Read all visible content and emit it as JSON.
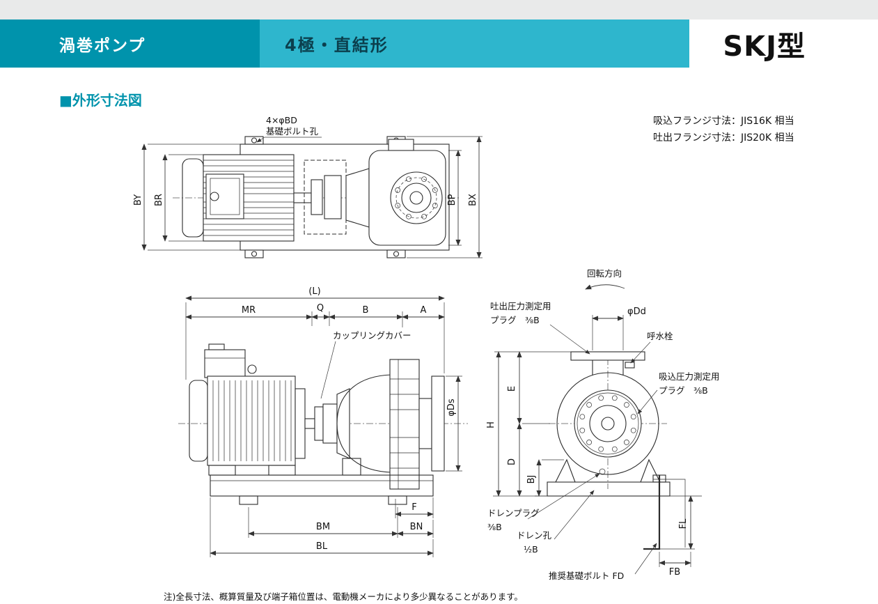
{
  "header": {
    "category": "渦巻ポンプ",
    "type_label": "4極・直結形",
    "model": "SKJ型"
  },
  "section_title": "■外形寸法図",
  "flange_notes": {
    "suction": "吸込フランジ寸法：JIS16K 相当",
    "discharge": "吐出フランジ寸法：JIS20K 相当"
  },
  "plan": {
    "bd_label": "4×φBD",
    "bd_label2": "基礎ボルト孔",
    "by": "BY",
    "br": "BR",
    "bp": "BP",
    "bx": "BX"
  },
  "side": {
    "l": "(L)",
    "mr": "MR",
    "q": "Q",
    "b": "B",
    "a": "A",
    "coupling_cover": "カップリングカバー",
    "ds": "φDs",
    "f": "F",
    "bm": "BM",
    "bn": "BN",
    "bl": "BL"
  },
  "end": {
    "rotation": "回転方向",
    "discharge_plug_line1": "吐出圧力測定用",
    "discharge_plug_line2": "プラグ　⅜B",
    "dd": "φDd",
    "priming": "呼水栓",
    "suction_plug_line1": "吸込圧力測定用",
    "suction_plug_line2": "プラグ　⅜B",
    "h": "H",
    "e": "E",
    "d": "D",
    "bj": "BJ",
    "drain_plug_line1": "ドレンプラグ",
    "drain_plug_line2": "⅜B",
    "drain_hole_line1": "ドレン孔",
    "drain_hole_line2": "½B",
    "foundation_bolt": "推奨基礎ボルト FD",
    "fl": "FL",
    "fb": "FB"
  },
  "note": "注)全長寸法、概算質量及び端子箱位置は、電動機メーカにより多少異なることがあります。",
  "colors": {
    "teal_dark": "#0093ac",
    "teal_mid": "#2eb6cd",
    "accent": "#0093ac"
  }
}
